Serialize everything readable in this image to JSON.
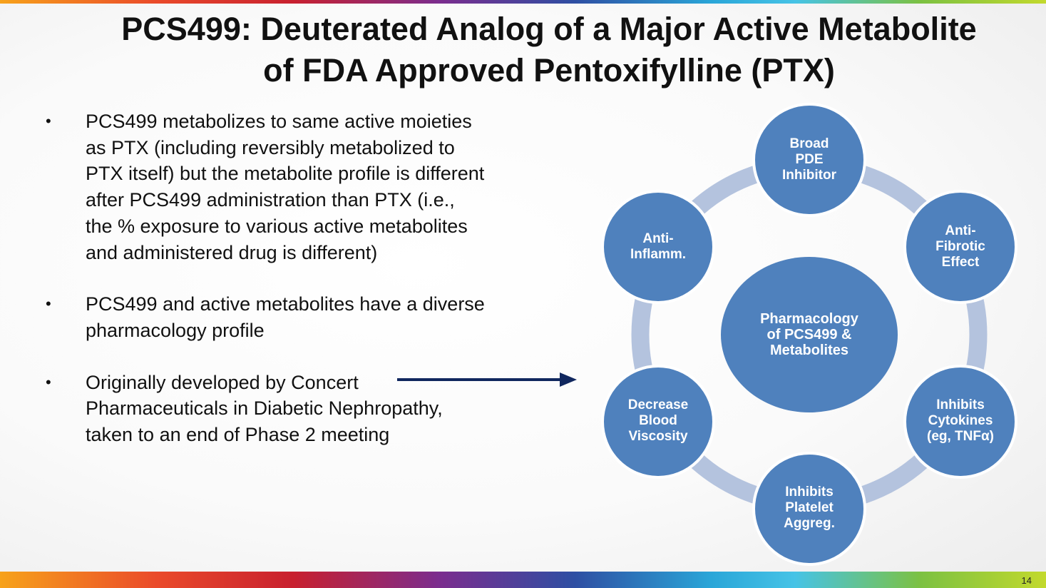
{
  "slide": {
    "title_line1": "PCS499: Deuterated Analog of a Major Active Metabolite",
    "title_line2": "of FDA Approved Pentoxifylline (PTX)",
    "page_number": "14"
  },
  "bullets": [
    "PCS499 metabolizes to same active moieties as PTX (including reversibly metabolized to PTX itself) but the metabolite profile is different after PCS499 administration than PTX (i.e., the % exposure to various active metabolites and administered drug is different)",
    "PCS499 and active metabolites have a diverse pharmacology profile",
    "Originally developed by Concert Pharmaceuticals in Diabetic Nephropathy, taken to an end of Phase 2 meeting"
  ],
  "diagram": {
    "center": "Pharmacology\nof PCS499 &\nMetabolites",
    "nodes": {
      "pde": "Broad\nPDE\nInhibitor",
      "fibrotic": "Anti-\nFibrotic\nEffect",
      "cytokines": "Inhibits\nCytokines\n(eg, TNFα)",
      "platelet": "Inhibits\nPlatelet\nAggreg.",
      "viscosity": "Decrease\nBlood\nViscosity",
      "inflamm": "Anti-\nInflamm."
    },
    "colors": {
      "node": "#4f81bd",
      "ring": "#b4c3de",
      "arrow": "#10275e"
    }
  }
}
